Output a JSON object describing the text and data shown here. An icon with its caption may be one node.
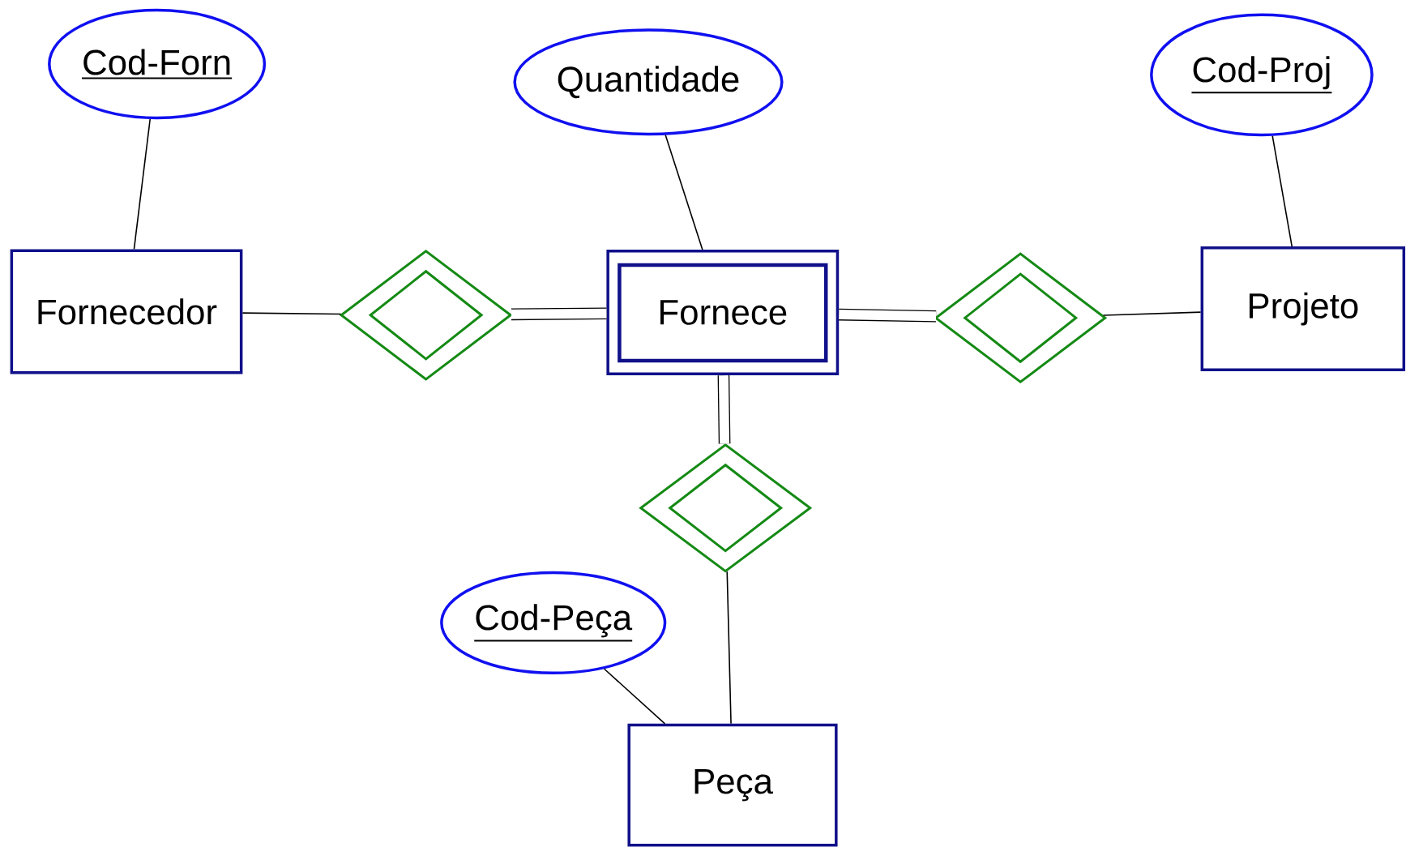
{
  "diagram": {
    "nodes": [
      {
        "text": [
          "Cod-Forn"
        ]
      },
      {
        "text": [
          "Quantidade"
        ]
      },
      {
        "text": [
          "Cod-Proj"
        ]
      },
      {
        "text": [
          "Fornecedor"
        ]
      },
      {
        "text": [],
        "shape": "diamond"
      },
      {
        "text": [
          "Fornece"
        ]
      },
      {
        "text": [],
        "shape": "diamond"
      },
      {
        "text": [
          "Projeto"
        ]
      },
      {
        "text": [],
        "shape": "diamond"
      },
      {
        "text": [
          "Cod-Peça"
        ]
      },
      {
        "text": [
          "Peça"
        ]
      }
    ],
    "edges": [
      {
        "from": 0,
        "to": 3,
        "arrow": "none"
      },
      {
        "from": 1,
        "to": 5,
        "arrow": "none"
      },
      {
        "from": 2,
        "to": 7,
        "arrow": "none"
      },
      {
        "from": 3,
        "to": 4,
        "arrow": "none"
      },
      {
        "from": 4,
        "to": 5,
        "arrow": "none",
        "style": "thick"
      },
      {
        "from": 5,
        "to": 6,
        "arrow": "none",
        "style": "thick"
      },
      {
        "from": 6,
        "to": 7,
        "arrow": "none"
      },
      {
        "from": 5,
        "to": 8,
        "arrow": "none",
        "style": "thick"
      },
      {
        "from": 8,
        "to": 10,
        "arrow": "none"
      },
      {
        "from": 9,
        "to": 10,
        "arrow": "none"
      }
    ]
  }
}
